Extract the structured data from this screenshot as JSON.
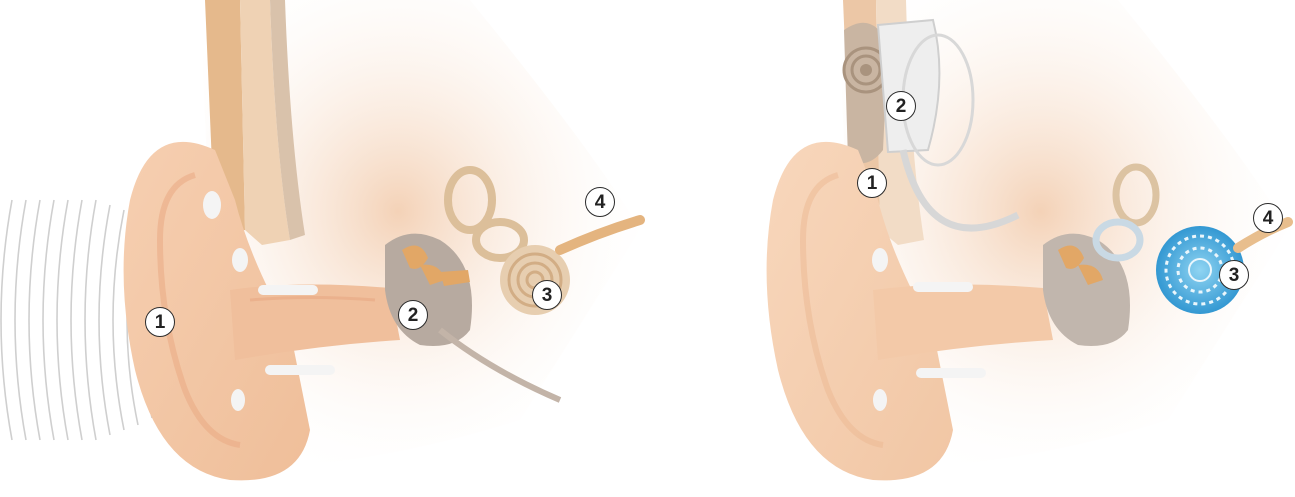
{
  "figure": {
    "panels": [
      {
        "id": "natural-hearing",
        "markers": [
          "1",
          "2",
          "3",
          "4"
        ]
      },
      {
        "id": "cochlear-implant-hearing",
        "markers": [
          "1",
          "2",
          "3",
          "4"
        ]
      }
    ]
  },
  "colors": {
    "skin": "#f2c9a8",
    "skin_light": "#f8dcc3",
    "ossicles": "#e2a766",
    "cochlea": "#dcb992",
    "implant_blue": "#3ba3d8",
    "sound_waves": "#c9c9c9",
    "marker_border": "#2b2b2b"
  }
}
